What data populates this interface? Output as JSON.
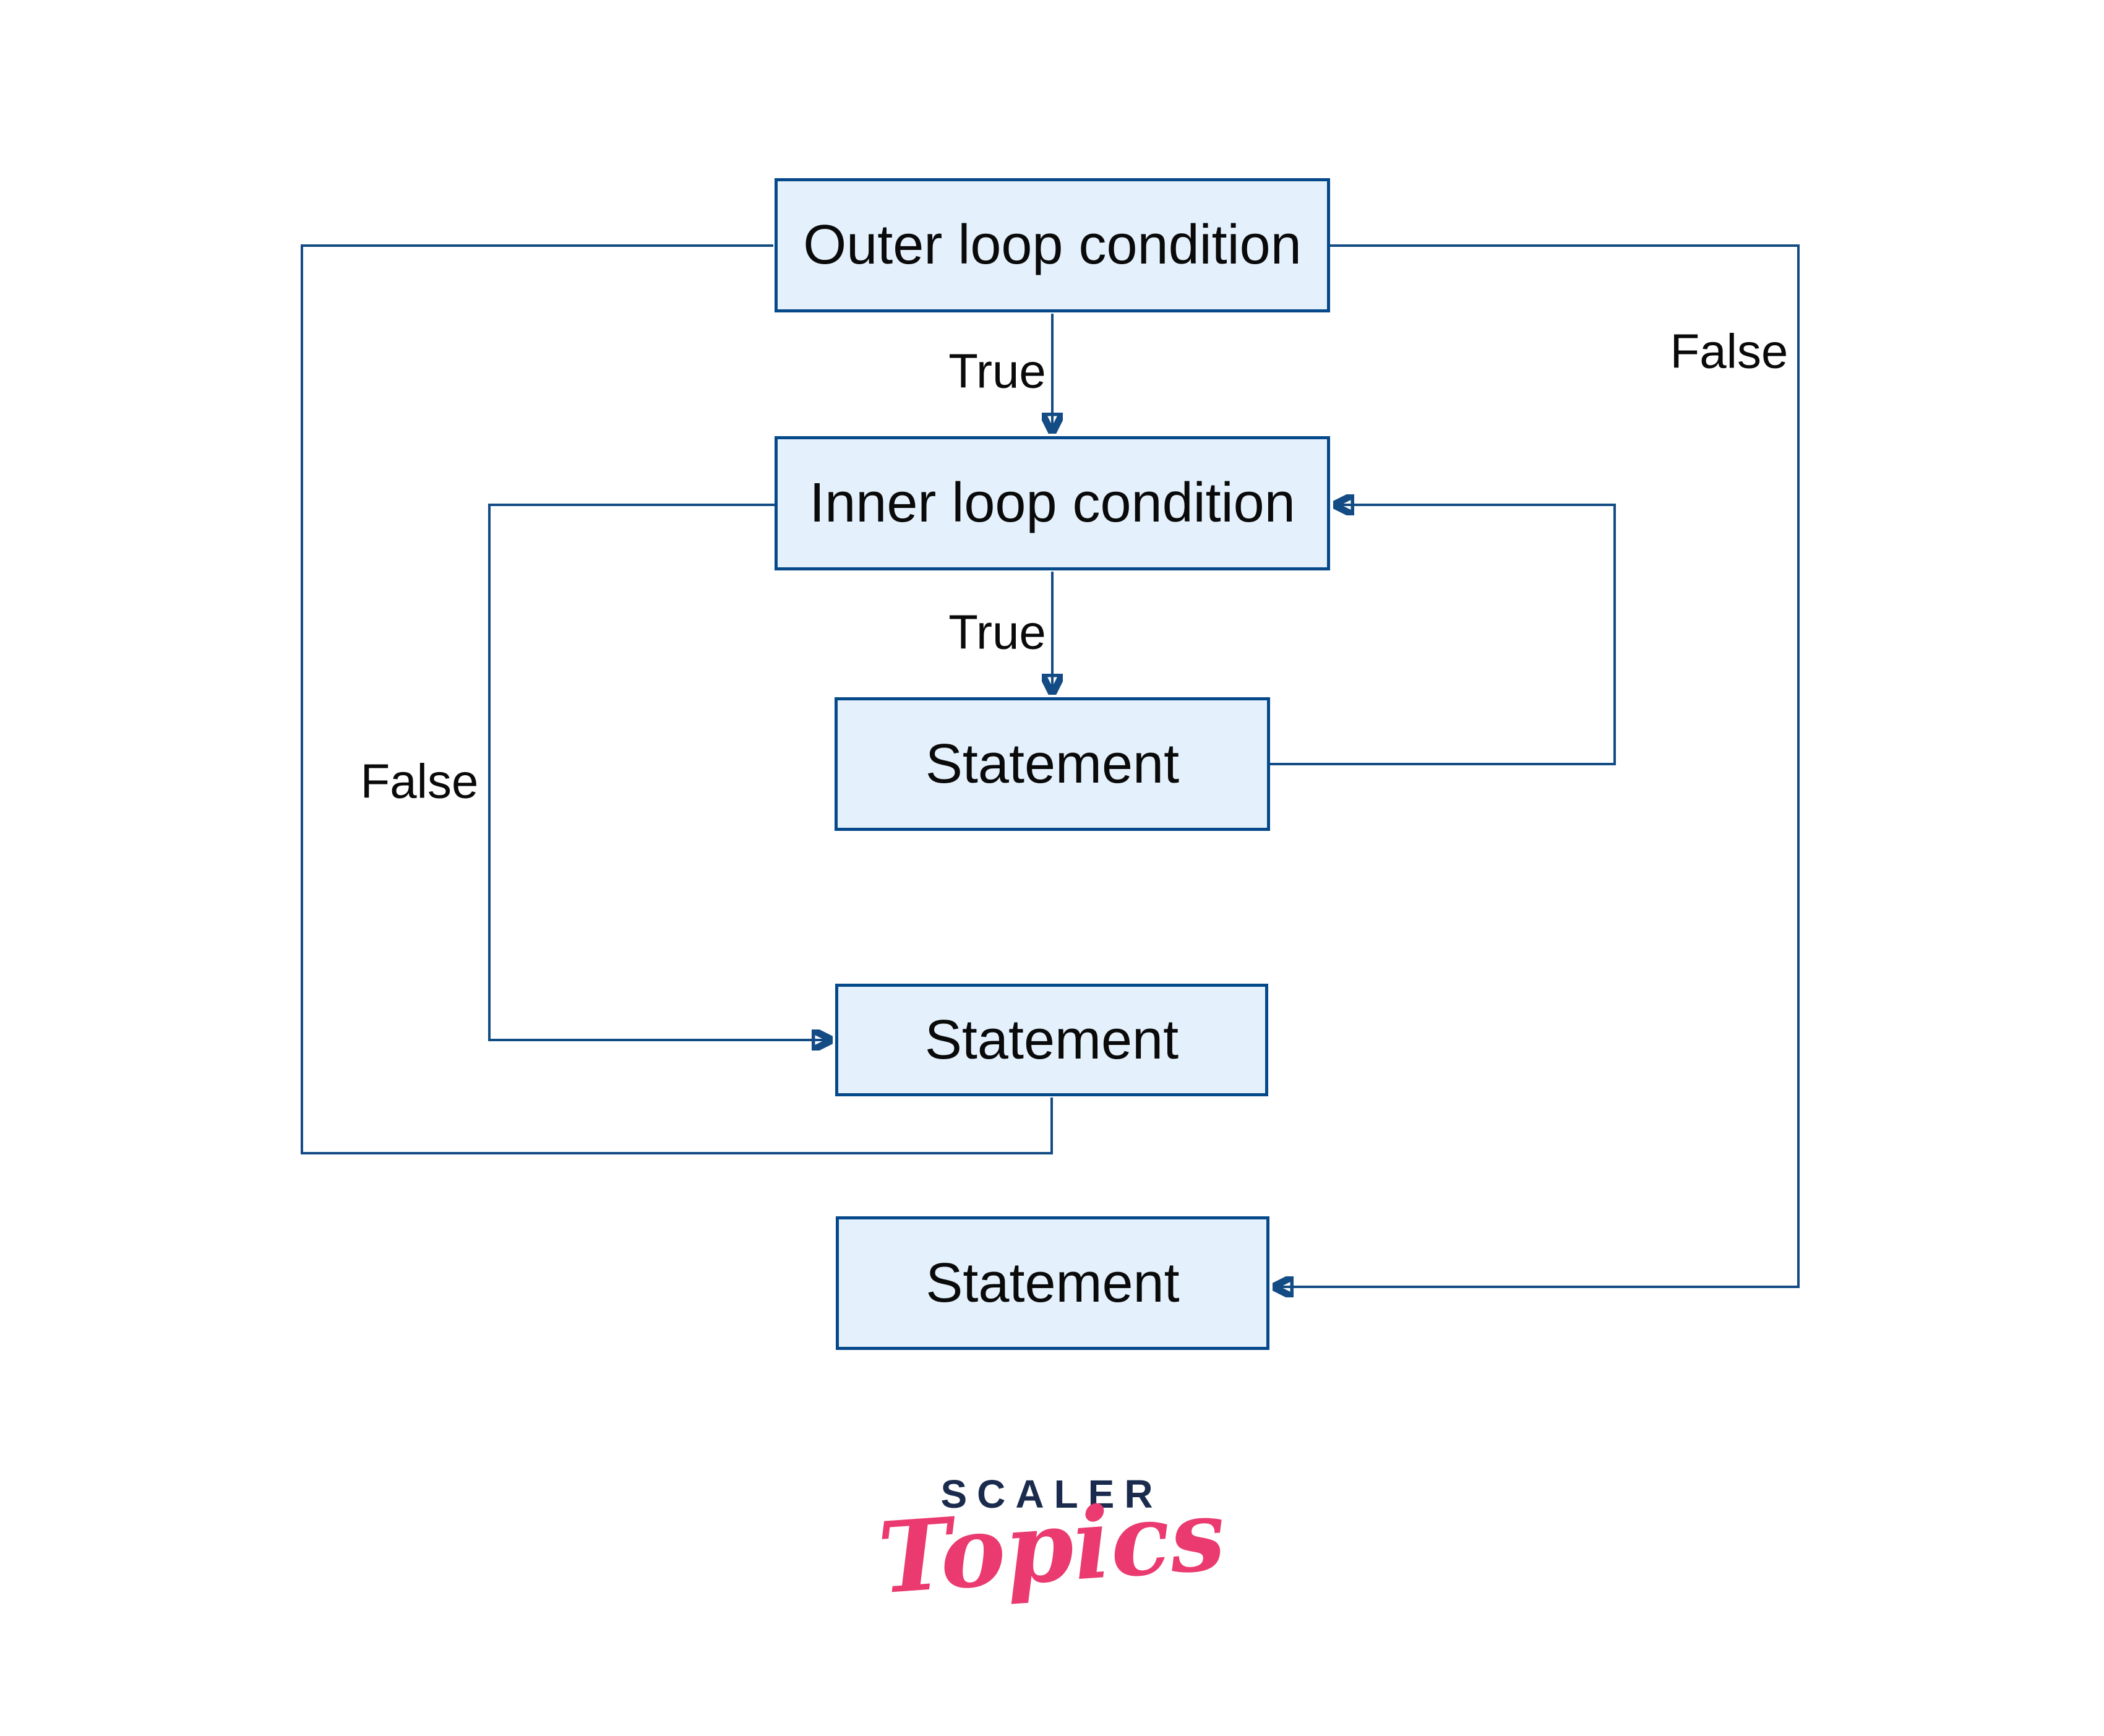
{
  "diagram": {
    "title": "Nested loop flowchart",
    "nodes": {
      "outer_condition": {
        "label": "Outer loop condition"
      },
      "inner_condition": {
        "label": "Inner loop condition"
      },
      "inner_statement": {
        "label": "Statement"
      },
      "outer_statement": {
        "label": "Statement"
      },
      "exit_statement": {
        "label": "Statement"
      }
    },
    "edge_labels": {
      "outer_true": "True",
      "inner_true": "True",
      "inner_false": "False",
      "outer_false": "False"
    },
    "colors": {
      "node_fill": "#e4f1fc",
      "node_border": "#05498a",
      "connector": "#134b84",
      "label_text": "#0a0a0a"
    }
  },
  "branding": {
    "logo_primary": "SCALER",
    "logo_secondary": "Topics",
    "logo_primary_color": "#1b2b4d",
    "logo_secondary_color": "#ea3a70"
  }
}
